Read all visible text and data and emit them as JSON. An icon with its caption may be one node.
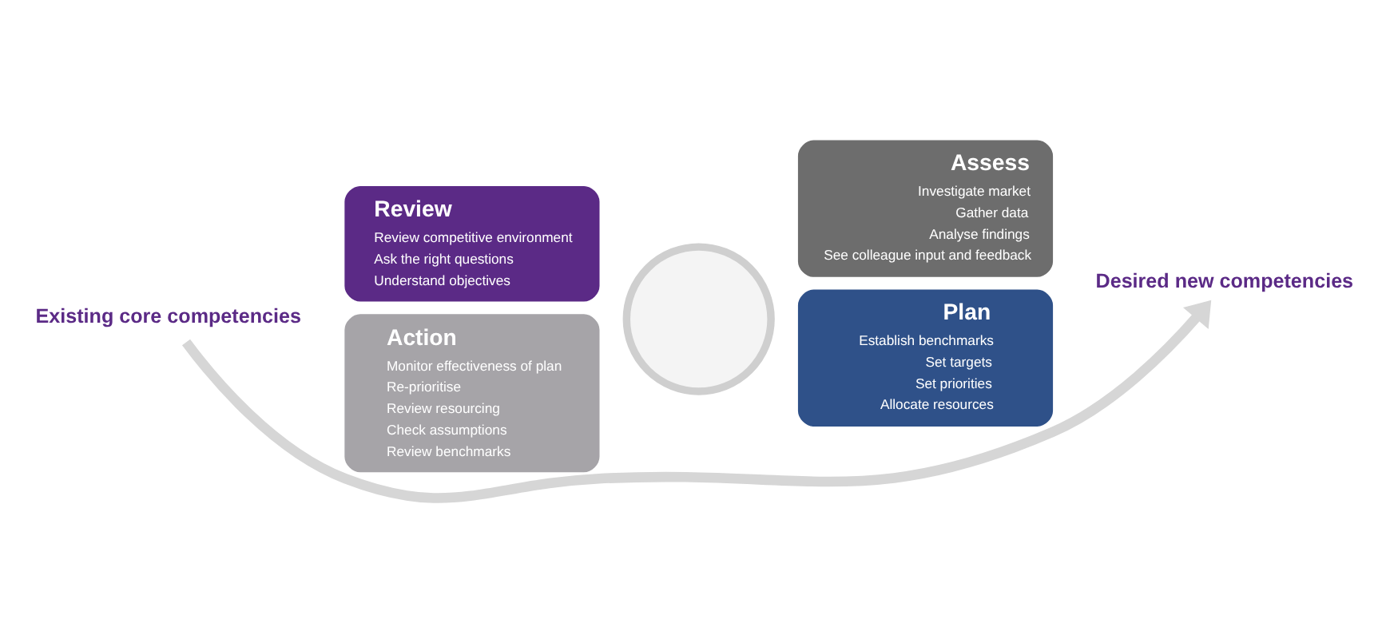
{
  "diagram": {
    "nodes": [
      {
        "text": [
          "Existing core competencies"
        ]
      },
      {
        "text": [
          "Review",
          "Review competitive environment",
          "Ask the right questions",
          "Understand objectives"
        ]
      },
      {
        "text": [
          "Action",
          "Monitor effectiveness of plan",
          "Re-prioritise",
          "Review resourcing",
          "Check assumptions",
          "Review benchmarks"
        ]
      },
      {
        "text": [],
        "shape": "circle"
      },
      {
        "text": [
          "Assess",
          "Investigate market",
          "Gather data",
          "Analyse findings",
          "See colleague input and feedback"
        ]
      },
      {
        "text": [
          "Plan",
          "Establish benchmarks",
          "Set targets",
          "Set priorities",
          "Allocate resources"
        ]
      },
      {
        "text": [
          "Desired new competencies"
        ]
      }
    ],
    "edges": [
      {
        "from": 0,
        "to": 6,
        "arrow": "to"
      }
    ]
  }
}
